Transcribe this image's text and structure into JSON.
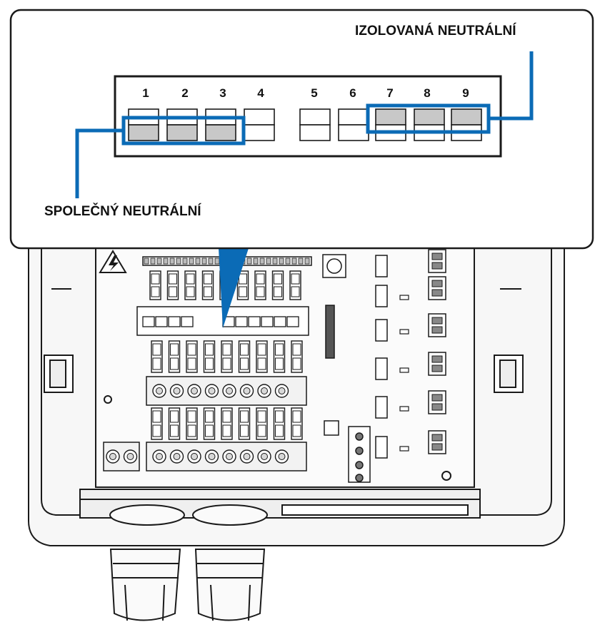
{
  "labels": {
    "isolated_neutral": "IZOLOVANÁ NEUTRÁLNÍ",
    "common_neutral": "SPOLEČNÝ NEUTRÁLNÍ"
  },
  "terminals": [
    "1",
    "2",
    "3",
    "4",
    "5",
    "6",
    "7",
    "8",
    "9"
  ],
  "groups": {
    "common": [
      "1",
      "2",
      "3"
    ],
    "isolated": [
      "7",
      "8",
      "9"
    ]
  },
  "colors": {
    "highlight": "#0b6bb6",
    "terminal_fill": "#c8c8c8",
    "outline": "#1a1a1a",
    "enclosure": "#f4f4f4"
  },
  "icons": {
    "warning": "high-voltage-warning-icon"
  }
}
